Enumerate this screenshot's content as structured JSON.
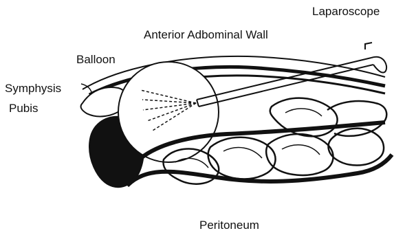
{
  "diagram": {
    "labels": {
      "laparoscope": "Laparoscope",
      "anterior_wall": "Anterior Adbominal Wall",
      "balloon": "Balloon",
      "symphysis_line1": "Symphysis",
      "symphysis_line2": "Pubis",
      "peritoneum": "Peritoneum"
    },
    "colors": {
      "ink": "#111111",
      "fill": "#ffffff"
    }
  }
}
